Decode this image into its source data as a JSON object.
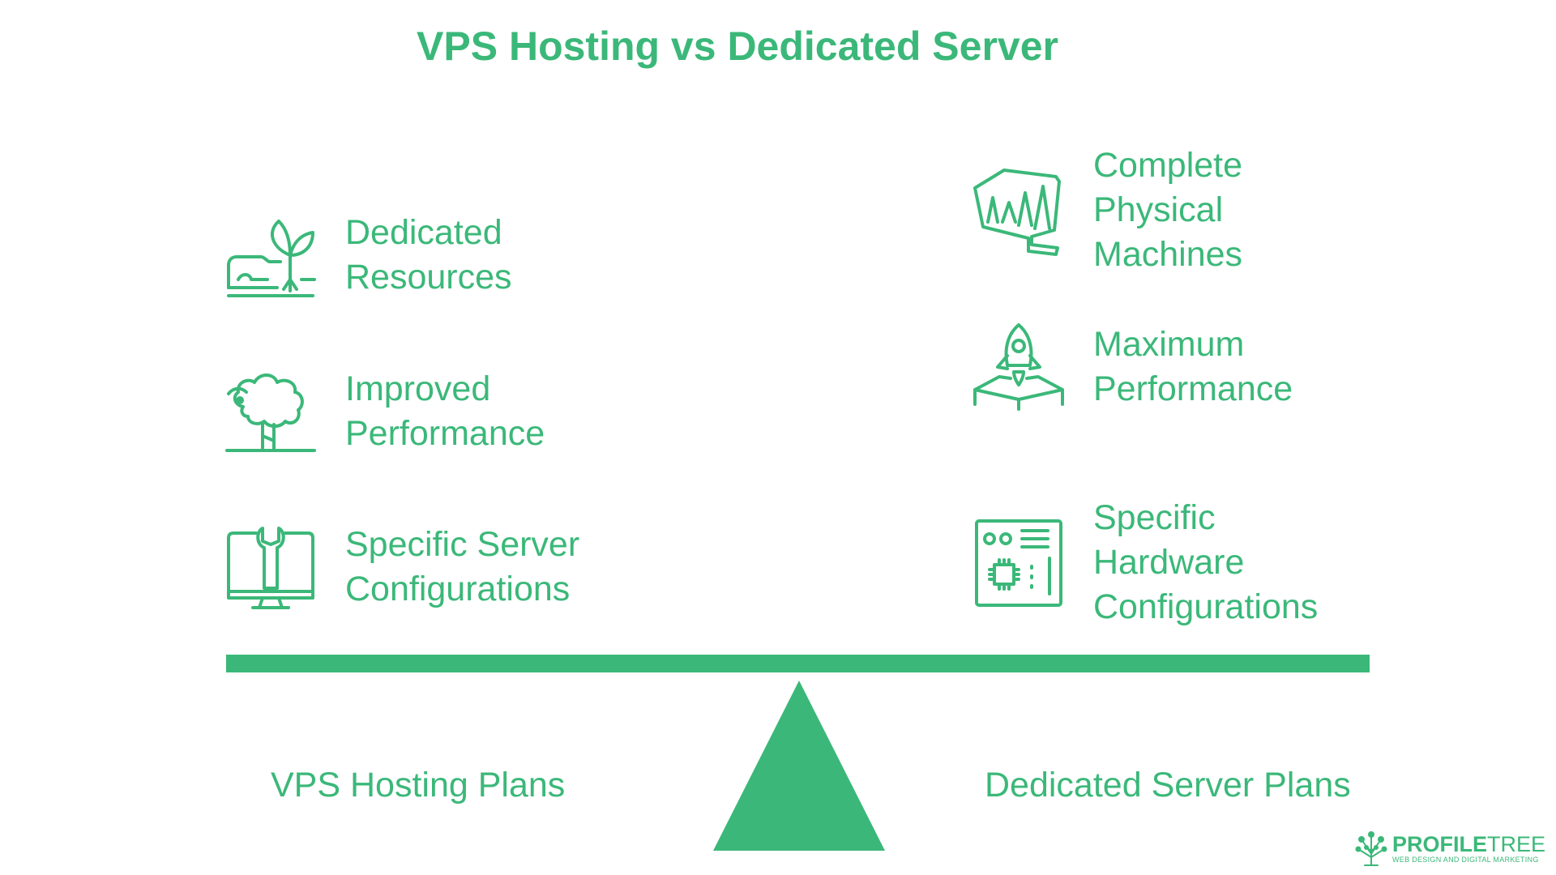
{
  "title": "VPS Hosting vs Dedicated Server",
  "left_items": [
    {
      "label": "Dedicated\nResources",
      "icon": "plant-seedling-icon"
    },
    {
      "label": "Improved\nPerformance",
      "icon": "tree-icon"
    },
    {
      "label": "Specific Server\nConfigurations",
      "icon": "monitor-wrench-icon"
    }
  ],
  "right_items": [
    {
      "label": "Complete\nPhysical\nMachines",
      "icon": "fist-icon"
    },
    {
      "label": "Maximum\nPerformance",
      "icon": "rocket-launch-icon"
    },
    {
      "label": "Specific\nHardware\nConfigurations",
      "icon": "circuit-board-icon"
    }
  ],
  "left_plan": "VPS Hosting Plans",
  "right_plan": "Dedicated Server Plans",
  "logo": {
    "name_bold": "PROFILE",
    "name_thin": "TREE",
    "tagline": "WEB DESIGN AND DIGITAL MARKETING"
  },
  "colors": {
    "accent": "#3bb879",
    "background": "#ffffff"
  }
}
